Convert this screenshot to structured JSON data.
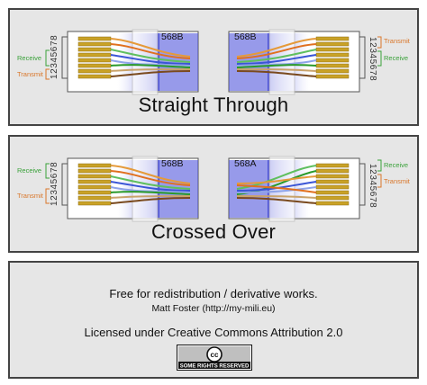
{
  "panels": [
    {
      "title": "Straight Through",
      "left": {
        "standard": "568B",
        "pins": "12345678",
        "receive": "Receive",
        "transmit": "Transmit"
      },
      "right": {
        "standard": "568B",
        "pins": "12345678",
        "receive": "Receive",
        "transmit": "Transmit"
      }
    },
    {
      "title": "Crossed Over",
      "left": {
        "standard": "568B",
        "pins": "12345678",
        "receive": "Receive",
        "transmit": "Transmit"
      },
      "right": {
        "standard": "568A",
        "pins": "12345678",
        "receive": "Receive",
        "transmit": "Transmit"
      }
    }
  ],
  "license": {
    "line1": "Free for redistribution / derivative works.",
    "line2": "Matt Foster  (http://my-mili.eu)",
    "line3": "Licensed under Creative Commons Attribution 2.0",
    "badge_symbol": "cc",
    "badge_text": "SOME RIGHTS RESERVED"
  },
  "colors": {
    "receive": "#3aa13a",
    "transmit": "#d9772b",
    "pins_gold": "#c9a227",
    "plug_blue": "#4b50d8"
  }
}
